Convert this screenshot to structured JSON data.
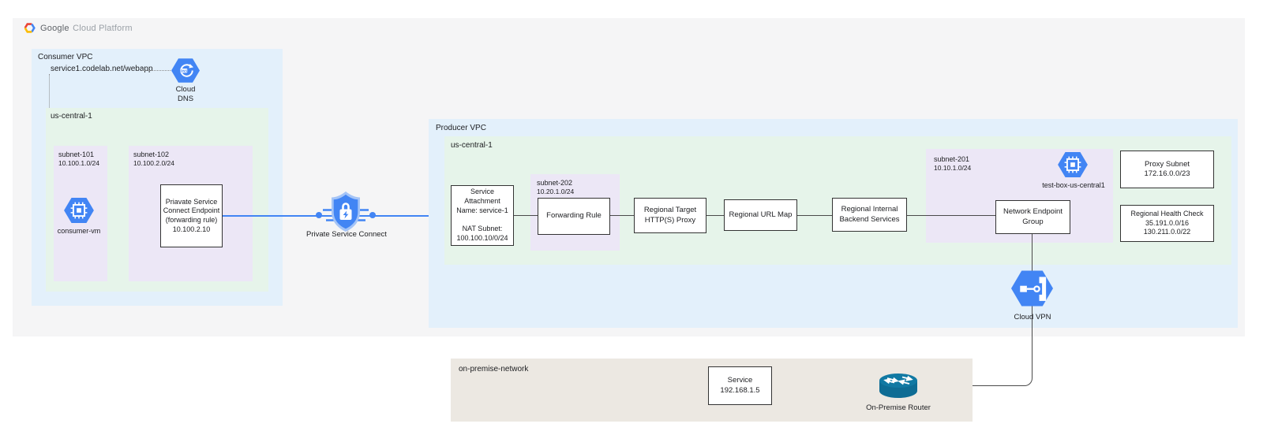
{
  "logo": {
    "google": "Google",
    "suffix": "Cloud Platform"
  },
  "colors": {
    "panel_gray": "#f5f5f6",
    "vpc_blue": "#e3f0fb",
    "region_green": "#e6f4ea",
    "subnet_purple": "#ece7f6",
    "onprem_beige": "#ece8e2",
    "accent_blue": "#4285f4",
    "router_teal": "#0e6c94"
  },
  "consumer": {
    "title": "Consumer VPC",
    "dns_record": "service1.codelab.net/webapp",
    "dns_icon_caption": "Cloud\nDNS",
    "region": "us-central-1",
    "subnet101": {
      "name": "subnet-101",
      "cidr": "10.100.1.0/24"
    },
    "vm_caption": "consumer-vm",
    "subnet102": {
      "name": "subnet-102",
      "cidr": "10.100.2.0/24"
    },
    "endpoint_box": "Priavate Service\nConnect Endpoint\n(forwarding rule)\n10.100.2.10"
  },
  "psc_caption": "Private Service Connect",
  "producer": {
    "title": "Producer VPC",
    "region": "us-central-1",
    "service_attachment_box": "Service\nAttachment\nName: service-1\n\nNAT Subnet:\n100.100.10/0/24",
    "subnet202": {
      "name": "subnet-202",
      "cidr": "10.20.1.0/24"
    },
    "forwarding_rule_box": "Forwarding Rule",
    "proxy_box": "Regional Target\nHTTP(S) Proxy",
    "url_map_box": "Regional URL Map",
    "backend_box": "Regional Internal\nBackend Services",
    "subnet201": {
      "name": "subnet-201",
      "cidr": "10.10.1.0/24"
    },
    "testbox_caption": "test-box-us-central1",
    "neg_box": "Network Endpoint\nGroup",
    "proxy_subnet_box": "Proxy Subnet\n172.16.0.0/23",
    "health_check_box": "Regional Health Check\n35.191.0.0/16\n130.211.0.0/22",
    "vpn_caption": "Cloud VPN"
  },
  "onprem": {
    "title": "on-premise-network",
    "service_box": "Service\n192.168.1.5",
    "router_caption": "On-Premise Router"
  }
}
